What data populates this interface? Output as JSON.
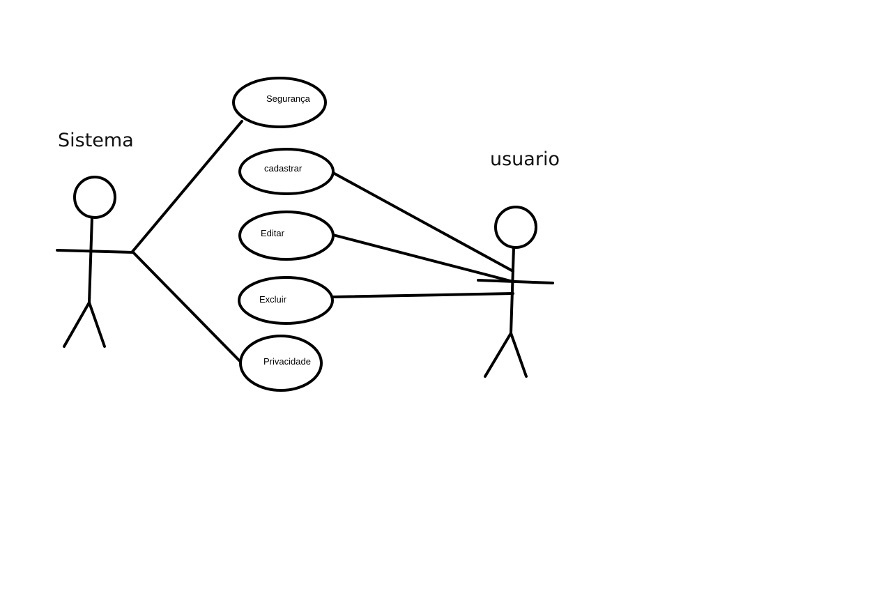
{
  "diagram": {
    "actors": {
      "system": {
        "name": "Sistema"
      },
      "user": {
        "name": "usuario"
      }
    },
    "use_cases": {
      "seguranca": "Segurança",
      "cadastrar": "cadastrar",
      "editar": "Editar",
      "excluir": "Excluir",
      "privacidade": "Privacidade"
    },
    "associations": [
      {
        "from": "Sistema",
        "to": "Segurança"
      },
      {
        "from": "Sistema",
        "to": "Privacidade"
      },
      {
        "from": "usuario",
        "to": "cadastrar"
      },
      {
        "from": "usuario",
        "to": "Editar"
      },
      {
        "from": "usuario",
        "to": "Excluir"
      }
    ],
    "colors": {
      "ink": "#000000",
      "background": "#ffffff"
    }
  }
}
